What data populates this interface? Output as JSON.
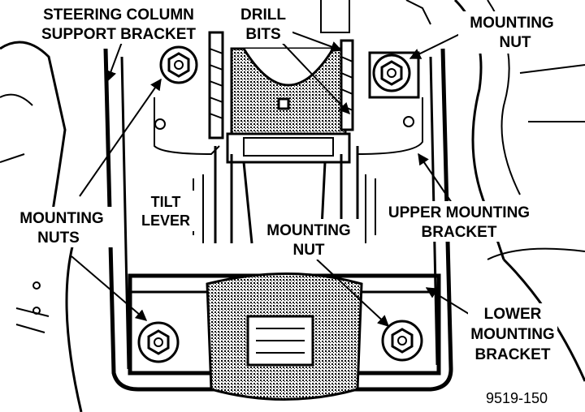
{
  "labels": {
    "steering_column_line1": "STEERING COLUMN",
    "steering_column_line2": "SUPPORT BRACKET",
    "drill_line1": "DRILL",
    "drill_line2": "BITS",
    "mounting_nut_tr_line1": "MOUNTING",
    "mounting_nut_tr_line2": "NUT",
    "tilt_line1": "TILT",
    "tilt_line2": "LEVER",
    "mounting_nuts_line1": "MOUNTING",
    "mounting_nuts_line2": "NUTS",
    "mounting_nut_mid_line1": "MOUNTING",
    "mounting_nut_mid_line2": "NUT",
    "upper_mounting_line1": "UPPER MOUNTING",
    "upper_mounting_line2": "BRACKET",
    "lower_mounting_line1": "LOWER",
    "lower_mounting_line2": "MOUNTING",
    "lower_mounting_line3": "BRACKET"
  },
  "figure_number": "9519-150"
}
